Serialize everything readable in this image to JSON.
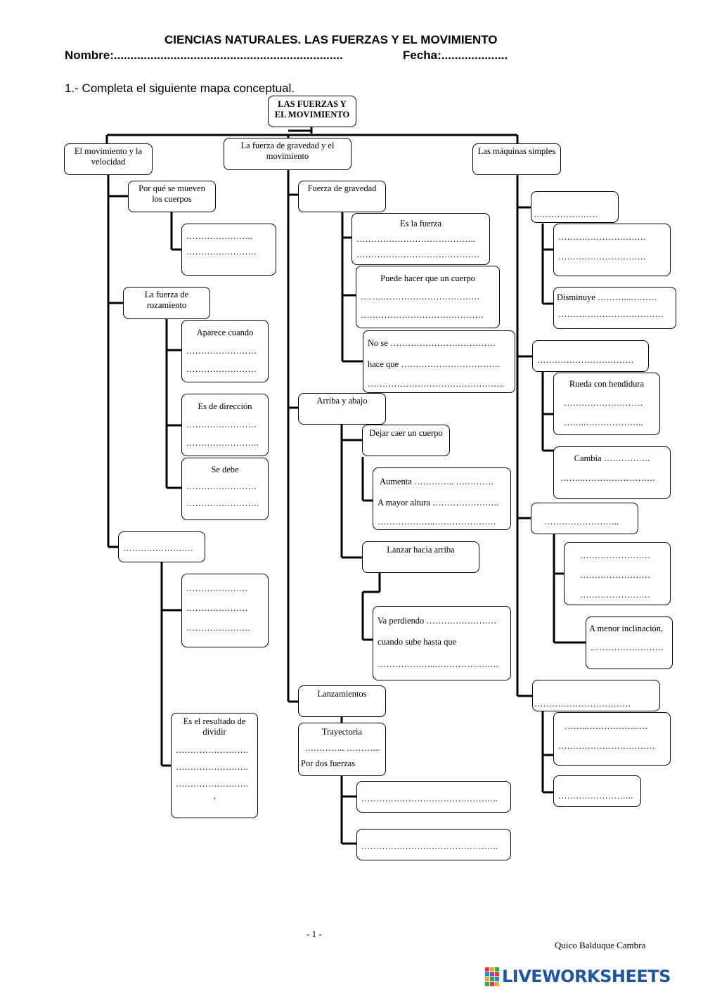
{
  "header": {
    "title": "CIENCIAS NATURALES. LAS FUERZAS Y EL MOVIMIENTO",
    "nombre": "Nombre:.....................................................................",
    "fecha": "Fecha:...................."
  },
  "instruction": "1.- Completa el siguiente mapa conceptual.",
  "map": {
    "root": [
      "LAS FUERZAS Y",
      "EL MOVIMIENTO"
    ],
    "col1": {
      "title": [
        "El movimiento y la",
        "velocidad"
      ],
      "porque": [
        "Por qué se mueven",
        "los cuerpos"
      ],
      "porque_blank": [
        "…………………..",
        "……………………"
      ],
      "rozamiento": [
        "La fuerza de",
        "rozamiento"
      ],
      "aparece": [
        "Aparece cuando",
        "……………………",
        "……………………"
      ],
      "direccion": [
        "Es de dirección",
        "……………………",
        "……………………."
      ],
      "sedebe": [
        "Se debe",
        "……………………",
        "……………………."
      ],
      "blank_head": "……………………",
      "blank_list": [
        "…………………",
        "…………………",
        "…………………."
      ],
      "resultado": [
        "Es el resultado de",
        "dividir",
        "…………………….",
        "…………………….",
        "…………………….",
        ","
      ]
    },
    "col2": {
      "title": [
        "La fuerza de gravedad y el",
        "movimiento"
      ],
      "gravedad": "Fuerza de gravedad",
      "eslafuerza": [
        "Es la fuerza",
        "…………………………………..",
        "……………………………………"
      ],
      "puede": [
        "Puede hacer que un cuerpo",
        "…….…………………………….",
        "……………………………………"
      ],
      "nose": [
        "No se ………………………………",
        "hace que …………………………….",
        "……………………………………….."
      ],
      "arriba": "Arriba y abajo",
      "dejar": "Dejar caer un cuerpo",
      "aumenta": [
        "Aumenta ………….. ………….",
        "A mayor altura …………………..",
        "………………..…………………"
      ],
      "lanzar": "Lanzar hacia arriba",
      "perdiendo": [
        "Va perdiendo ……………………",
        "cuando sube hasta que",
        "………………..…………………."
      ],
      "lanzamientos": "Lanzamientos",
      "trayectoria": [
        "Trayectoria",
        "………….. ………...",
        "Por dos fuerzas"
      ],
      "blank1": "………………………………………..",
      "blank2": "……………………………………….."
    },
    "col3": {
      "title": "Las máquinas simples",
      "m1_head": "………………….",
      "m1_a": [
        "…………………………",
        "…………………………"
      ],
      "m1_b": [
        "Disminuye ………...………",
        "………………………………"
      ],
      "m2_head": "……………………………",
      "rueda": [
        "Rueda con hendidura",
        "………………………",
        "……..……………….."
      ],
      "cambia": [
        "Cambia …………….",
        "……..……………………."
      ],
      "m3_head": "……………………..",
      "m3_list": [
        "……………………",
        "……………………",
        "……………………"
      ],
      "inclinacion": [
        "A menor inclinación,",
        "……………………."
      ],
      "m4_head": "……………………………",
      "m4_a": [
        "……..…………………",
        "……………………………"
      ],
      "m4_b": "…………………….."
    }
  },
  "footer": {
    "page": "- 1 -",
    "author": "Quico Balduque Cambra",
    "logo": "LIVEWORKSHEETS"
  }
}
